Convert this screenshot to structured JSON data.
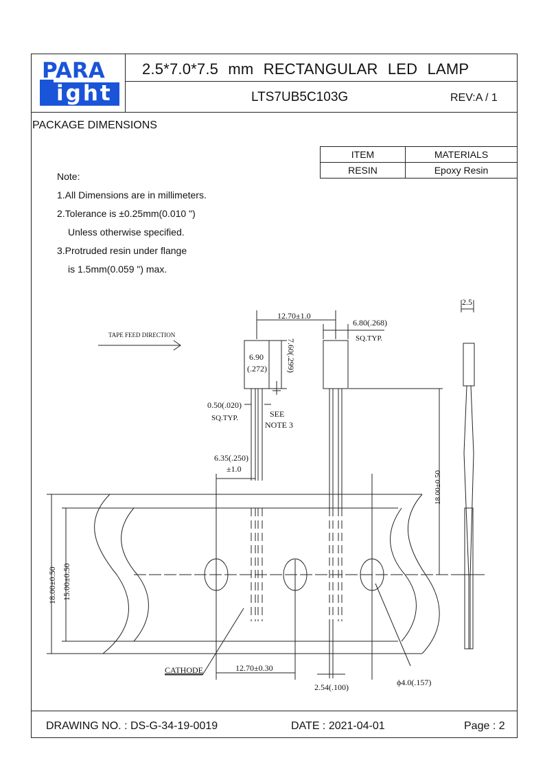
{
  "header": {
    "logo_top": "PARA",
    "logo_bottom": "ight",
    "title": "2.5*7.0*7.5 mm RECTANGULAR LED LAMP",
    "part_number": "LTS7UB5C103G",
    "revision": "REV:A / 1"
  },
  "section_title": "PACKAGE DIMENSIONS",
  "materials": {
    "headers": [
      "ITEM",
      "MATERIALS"
    ],
    "rows": [
      [
        "RESIN",
        "Epoxy Resin"
      ]
    ]
  },
  "notes": {
    "heading": "Note:",
    "lines": [
      "1.All Dimensions are in millimeters.",
      "2.Tolerance is ±0.25mm(0.010 \")",
      "Unless otherwise specified.",
      "3.Protruded resin under flange",
      "is 1.5mm(0.059 \") max."
    ]
  },
  "drawing": {
    "tape_feed": "TAPE FEED DIRECTION",
    "dim_pitch": "12.70±1.0",
    "dim_sq": "6.80(.268)",
    "dim_sq_typ": "SQ.TYP.",
    "dim_width": "6.90",
    "dim_width_in": "(.272)",
    "dim_height": "7.60(.299)",
    "dim_lead": "0.50(.020)",
    "dim_lead_typ": "SQ.TYP.",
    "see": "SEE",
    "note3": "NOTE 3",
    "dim_offset": "6.35(.250)",
    "dim_offset_tol": "±1.0",
    "dim_18_right": "18.00±0.50",
    "dim_18_left": "18.00±0.50",
    "dim_15": "15.00±0.50",
    "cathode": "CATHODE",
    "dim_hole_pitch": "12.70±0.30",
    "dim_lead_pitch": "2.54(.100)",
    "dim_hole": "ϕ4.0(.157)",
    "dim_thick": "2.5"
  },
  "footer": {
    "drawing_no": "DRAWING NO. : DS-G-34-19-0019",
    "date": "DATE : 2021-04-01",
    "page": "Page : 2"
  }
}
